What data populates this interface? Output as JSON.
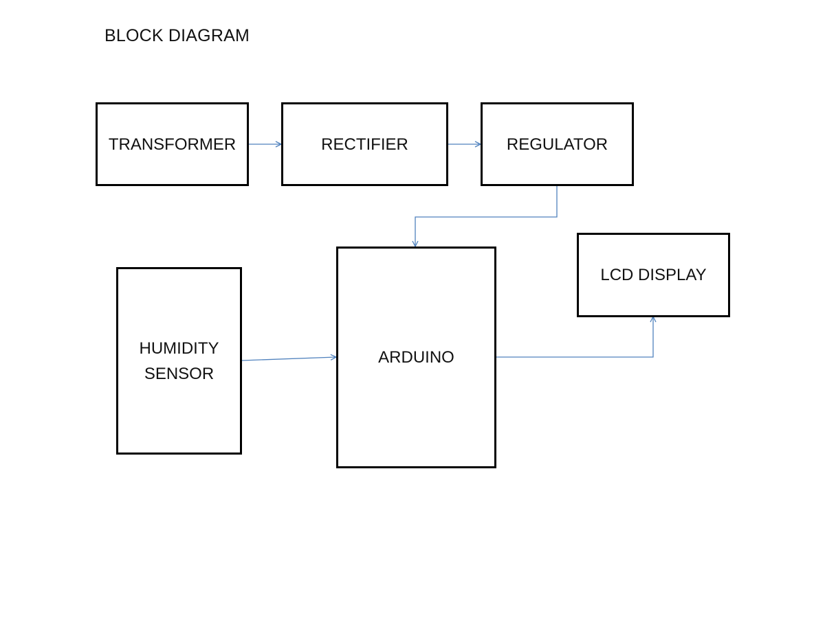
{
  "title": "BLOCK DIAGRAM",
  "blocks": {
    "transformer": {
      "label": "TRANSFORMER"
    },
    "rectifier": {
      "label": "RECTIFIER"
    },
    "regulator": {
      "label": "REGULATOR"
    },
    "arduino": {
      "label": "ARDUINO"
    },
    "humidity_sensor": {
      "label_line1": "HUMIDITY",
      "label_line2": "SENSOR"
    },
    "lcd_display": {
      "label": "LCD DISPLAY"
    }
  },
  "connections": [
    {
      "from": "TRANSFORMER",
      "to": "RECTIFIER"
    },
    {
      "from": "RECTIFIER",
      "to": "REGULATOR"
    },
    {
      "from": "REGULATOR",
      "to": "ARDUINO"
    },
    {
      "from": "HUMIDITY SENSOR",
      "to": "ARDUINO"
    },
    {
      "from": "ARDUINO",
      "to": "LCD DISPLAY"
    }
  ],
  "colors": {
    "block_border": "#000000",
    "connector": "#4f81bd",
    "background": "#ffffff"
  }
}
